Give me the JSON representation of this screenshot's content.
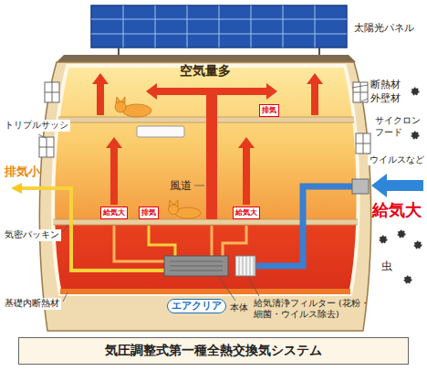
{
  "diagram": {
    "caption": "気圧調整式第一種全熱交換気システム",
    "nodes": [
      {
        "text": [
          "排気"
        ]
      },
      {
        "text": [
          "給気大"
        ]
      },
      {
        "text": [
          "排気"
        ]
      },
      {
        "text": [
          "給気大"
        ]
      }
    ],
    "labels": [
      "太陽光パネル",
      "空気量多",
      "断熱材",
      "外壁材",
      "トリプルサッシ",
      "サイクロン フード",
      "ウイルスなど",
      "排気小",
      "風道",
      "給気大",
      "気密パッキン",
      "虫",
      "基礎内断熱材",
      "エアクリア",
      "本体",
      "給気清浄フィルター (花粉・細菌・ウイルス除去)"
    ]
  }
}
